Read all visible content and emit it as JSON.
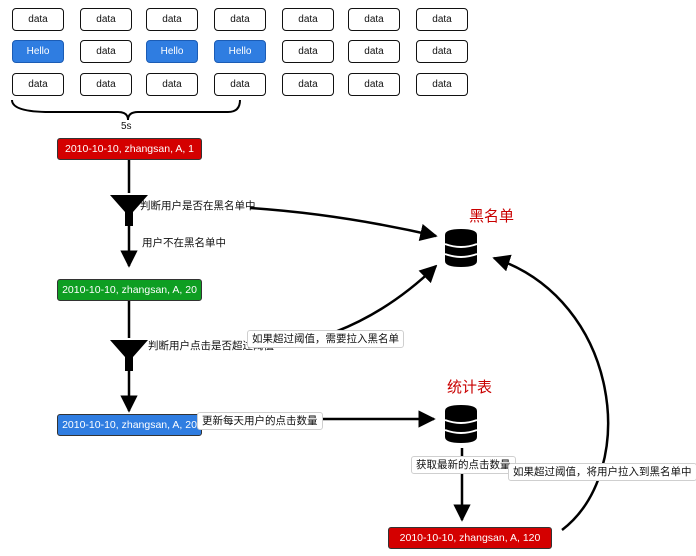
{
  "window_grid": {
    "columns": [
      [
        "data",
        "Hello",
        "data"
      ],
      [
        "data",
        "data",
        "data"
      ],
      [
        "data",
        "Hello",
        "data"
      ],
      [
        "data",
        "Hello",
        "data"
      ],
      [
        "data",
        "data",
        "data"
      ],
      [
        "data",
        "data",
        "data"
      ],
      [
        "data",
        "data",
        "data"
      ]
    ],
    "window_label": "5s"
  },
  "records": {
    "input": "2010-10-10, zhangsan, A, 1",
    "not_blacklisted": "2010-10-10, zhangsan, A, 20",
    "counted": "2010-10-10, zhangsan, A, 20",
    "daily_total": "2010-10-10, zhangsan, A, 120"
  },
  "steps": {
    "check_blacklist": "判断用户是否在黑名单中",
    "not_in_blacklist": "用户不在黑名单中",
    "check_threshold": "判断用户点击是否超过阈值",
    "threshold_blacklist": "如果超过阈值，需要拉入黑名单",
    "update_daily_count": "更新每天用户的点击数量",
    "fetch_latest_count": "获取最新的点击数量",
    "threshold_add_user": "如果超过阈值，将用户拉入到黑名单中"
  },
  "stores": {
    "blacklist": "黑名单",
    "stats_table": "统计表"
  },
  "colors": {
    "record_red": "#d40000",
    "record_green": "#0e9e22",
    "record_blue": "#2f7de1",
    "cell_blue": "#2f7de1",
    "heading_red": "#c90000",
    "database_icon": "#000000"
  }
}
